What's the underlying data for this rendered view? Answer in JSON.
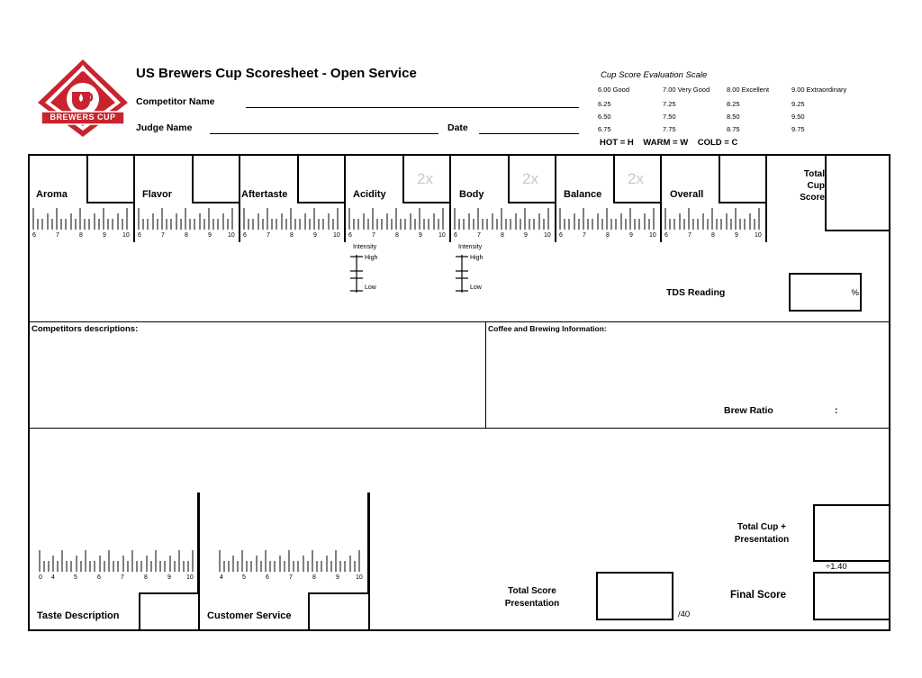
{
  "logo": {
    "text": "BREWERS CUP",
    "color": "#c8242f"
  },
  "header": {
    "title": "US Brewers Cup Scoresheet - Open Service",
    "competitor_label": "Competitor Name",
    "judge_label": "Judge Name",
    "date_label": "Date"
  },
  "scale": {
    "title": "Cup Score Evaluation Scale",
    "rows": [
      [
        "6.00 Good",
        "7.00 Very Good",
        "8.00 Excellent",
        "9.00 Extraordinary"
      ],
      [
        "6.25",
        "7.25",
        "8.25",
        "9.25"
      ],
      [
        "6.50",
        "7.50",
        "8.50",
        "9.50"
      ],
      [
        "6.75",
        "7.75",
        "8.75",
        "9.75"
      ]
    ],
    "temperature": "HOT = H    WARM = W    COLD = C"
  },
  "categories": [
    {
      "label": "Aroma",
      "multiplier": ""
    },
    {
      "label": "Flavor",
      "multiplier": ""
    },
    {
      "label": "Aftertaste",
      "multiplier": ""
    },
    {
      "label": "Acidity",
      "multiplier": "2x"
    },
    {
      "label": "Body",
      "multiplier": "2x"
    },
    {
      "label": "Balance",
      "multiplier": "2x"
    },
    {
      "label": "Overall",
      "multiplier": ""
    }
  ],
  "tick_labels": [
    "6",
    "7",
    "8",
    "9",
    "10"
  ],
  "intensity": {
    "label": "Intensity",
    "high": "High",
    "low": "Low"
  },
  "total_cup_score": {
    "line1": "Total",
    "line2": "Cup",
    "line3": "Score"
  },
  "tds": {
    "label": "TDS Reading",
    "unit": "%"
  },
  "descriptions_label": "Competitors descriptions:",
  "coffee_info_label": "Coffee and Brewing Information:",
  "brew_ratio": {
    "label": "Brew Ratio",
    "separator": ":"
  },
  "presentation": {
    "taste_ticks": [
      "0",
      "4",
      "5",
      "6",
      "7",
      "8",
      "9",
      "10"
    ],
    "customer_ticks": [
      "4",
      "5",
      "6",
      "7",
      "8",
      "9",
      "10"
    ],
    "taste_label": "Taste Description",
    "customer_label": "Customer Service",
    "total_score_line1": "Total Score",
    "total_score_line2": "Presentation",
    "out_of": "/40",
    "total_cup_pres_line1": "Total Cup +",
    "total_cup_pres_line2": "Presentation",
    "divisor": "÷1.40",
    "final_score": "Final Score"
  }
}
